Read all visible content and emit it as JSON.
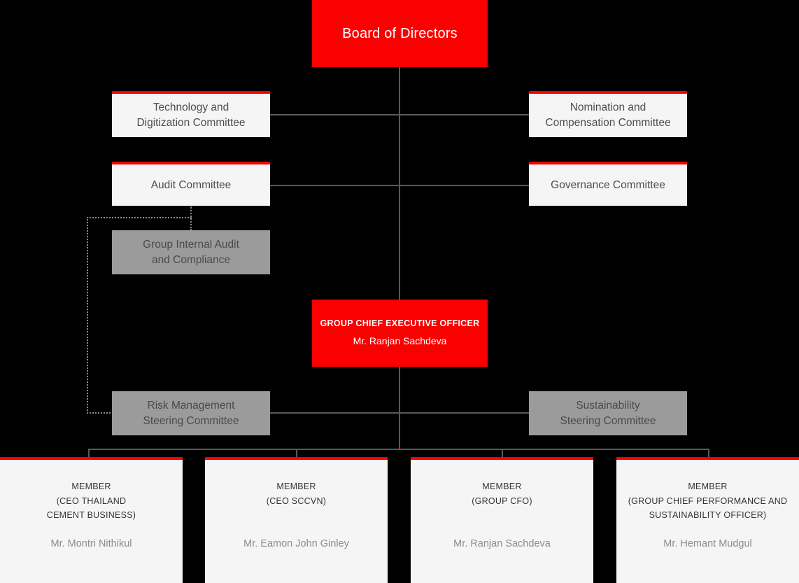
{
  "chart": {
    "type": "org-chart",
    "background_color": "#000000",
    "accent_color": "#fa0000",
    "box_light_color": "#f5f5f5",
    "box_gray_color": "#9b9b9b",
    "connector_color": "#5a5a5a"
  },
  "board": {
    "title": "Board of Directors"
  },
  "committees_left": [
    {
      "title": "Technology and\nDigitization Committee"
    },
    {
      "title": "Audit Committee"
    }
  ],
  "committees_right": [
    {
      "title": "Nomination and\nCompensation Committee"
    },
    {
      "title": "Governance Committee"
    }
  ],
  "units": [
    {
      "title": "Group Internal Audit\nand Compliance"
    },
    {
      "title": "Risk Management\nSteering Committee"
    },
    {
      "title": "Sustainability\nSteering Committee"
    }
  ],
  "ceo": {
    "role": "GROUP CHIEF EXECUTIVE OFFICER",
    "person": "Mr. Ranjan Sachdeva"
  },
  "members": [
    {
      "role": "MEMBER\n(CEO THAILAND\nCEMENT BUSINESS)",
      "name": "Mr. Montri Nithikul"
    },
    {
      "role": "MEMBER\n(CEO SCCVN)",
      "name": "Mr. Eamon John Ginley"
    },
    {
      "role": "MEMBER\n(GROUP CFO)",
      "name": "Mr. Ranjan Sachdeva"
    },
    {
      "role": "MEMBER\n(GROUP CHIEF PERFORMANCE AND\nSUSTAINABILITY OFFICER)",
      "name": "Mr. Hemant Mudgul"
    }
  ]
}
